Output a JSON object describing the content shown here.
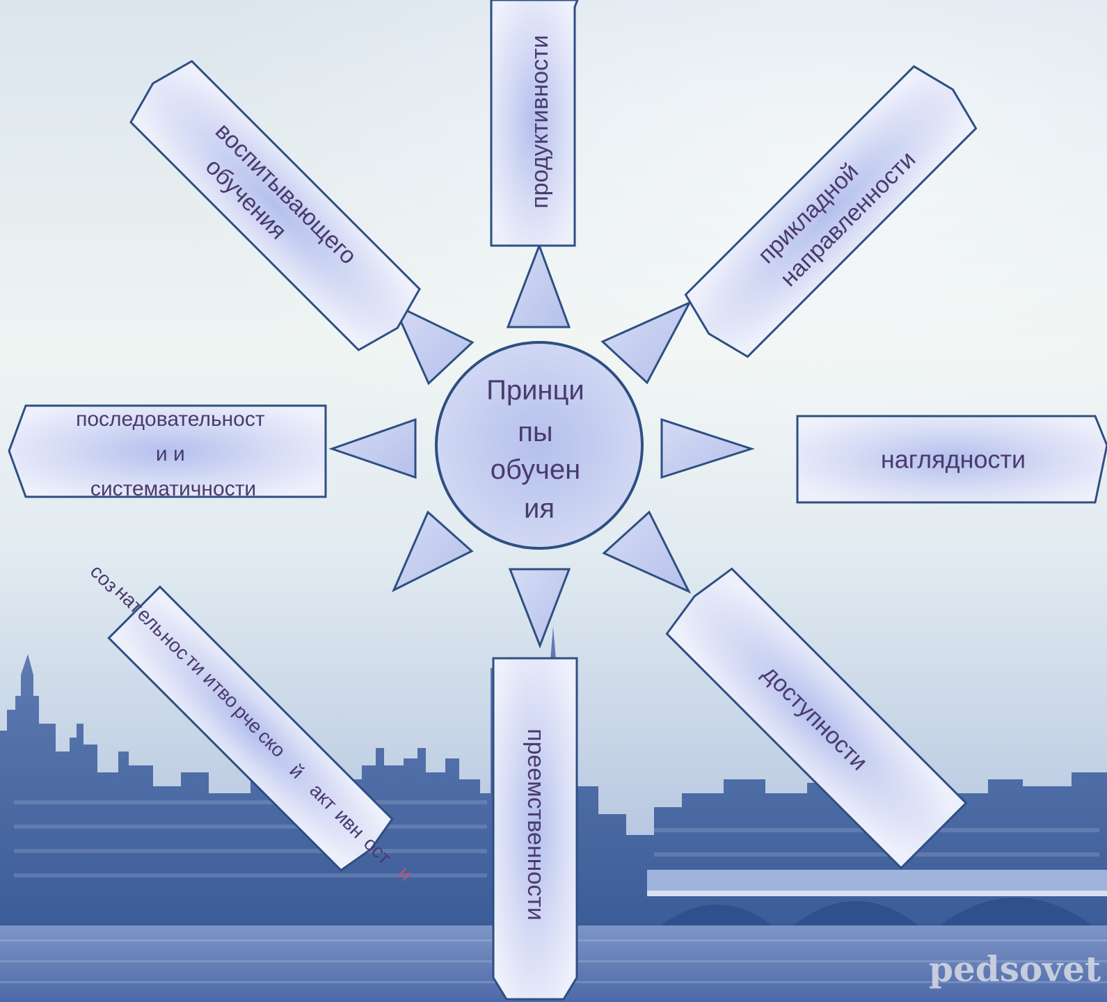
{
  "center": {
    "lines": [
      "Принци",
      "пы",
      "обучен",
      "ия"
    ]
  },
  "principles": {
    "productivity": {
      "text": "продуктивности"
    },
    "upbringing": {
      "lines": [
        "воспитывающего",
        "обучения"
      ]
    },
    "applied": {
      "lines": [
        "прикладной",
        "направленности"
      ]
    },
    "consistency": {
      "lines": [
        "последовательност",
        "и и",
        "систематичности"
      ]
    },
    "visibility": {
      "text": "наглядности"
    },
    "accessibility": {
      "text": "доступности"
    },
    "continuity": {
      "text": "преемственности"
    },
    "consciousness": {
      "lines": [
        "соз",
        "нат",
        "ель",
        "нос",
        "ти и",
        "тво",
        "рче",
        "ско",
        "й",
        "акт",
        "ивн",
        "ост",
        "и"
      ]
    }
  },
  "watermark": {
    "text": "pedsovet"
  },
  "colors": {
    "box_fill": "#c3cbef",
    "box_edge": "#8f9fdc",
    "stroke": "#2e4f82",
    "text": "#4a3a6e",
    "sky_top": "#dde6ee",
    "sky_mid": "#eef4f2",
    "city": "#3d5d9a"
  }
}
